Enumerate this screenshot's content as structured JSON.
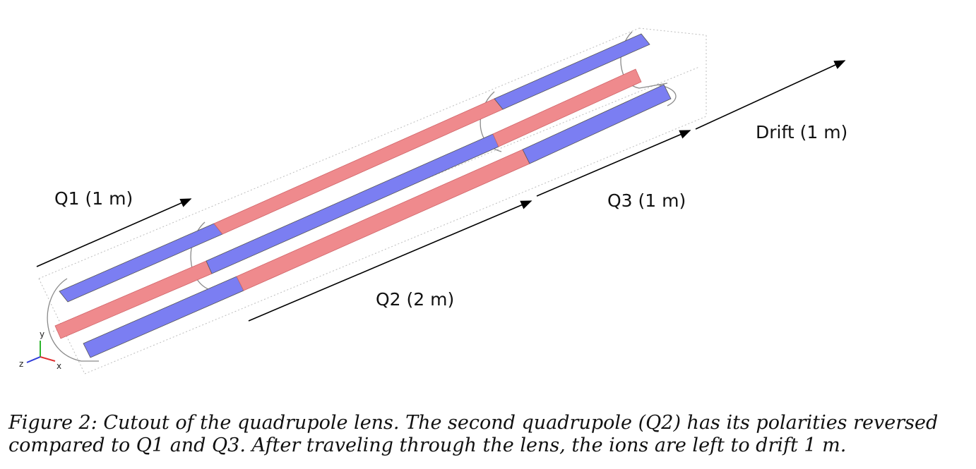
{
  "labels": {
    "q1": "Q1 (1 m)",
    "q2": "Q2 (2 m)",
    "q3": "Q3 (1 m)",
    "drift": "Drift (1 m)"
  },
  "axes": {
    "x": "x",
    "y": "y",
    "z": "z"
  },
  "caption": {
    "line1": "Figure 2: Cutout of the quadrupole lens. The second quadrupole (Q2) has its polarities reversed",
    "line2": "compared to Q1 and Q3. After traveling through the lens, the ions are left to drift 1 m."
  },
  "colors": {
    "blue": "#7b7ef2",
    "red": "#ef8a8d",
    "frame": "#9a9a9a",
    "arrow": "#000000"
  }
}
